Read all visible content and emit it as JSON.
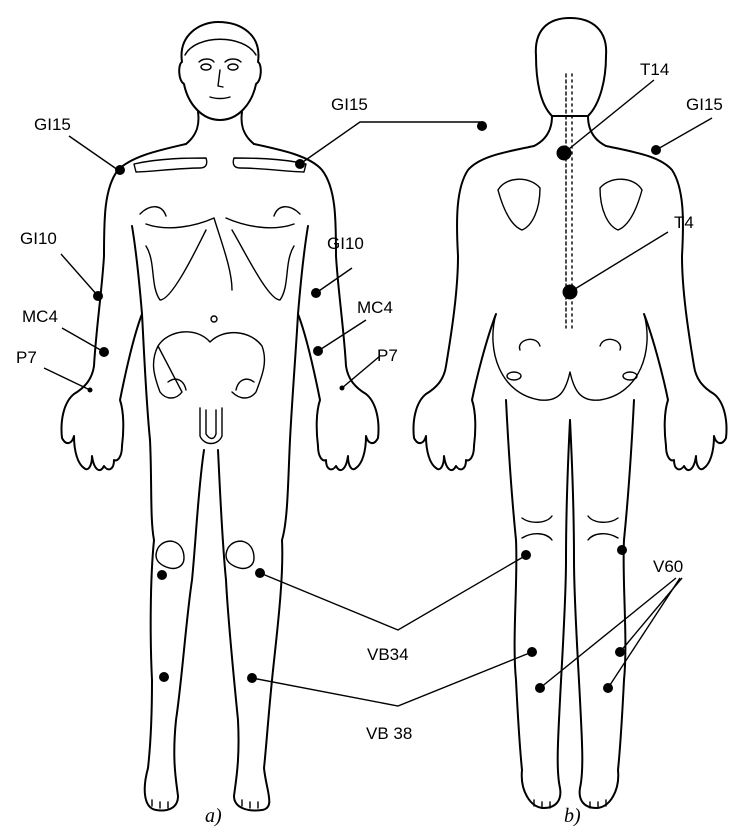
{
  "figure": {
    "panel_a": {
      "caption": "a)",
      "labels": {
        "gi15_right": "GI15",
        "gi15_left": "GI15",
        "gi10_right": "GI10",
        "gi10_left": "GI10",
        "mc4_right": "MC4",
        "mc4_left": "MC4",
        "p7_right": "P7",
        "p7_left": "P7"
      }
    },
    "panel_b": {
      "caption": "b)",
      "labels": {
        "t14": "T14",
        "gi15": "GI15",
        "t4": "T4",
        "v60": "V60"
      }
    },
    "shared_labels": {
      "vb34": "VB34",
      "vb38": "VB 38"
    }
  }
}
